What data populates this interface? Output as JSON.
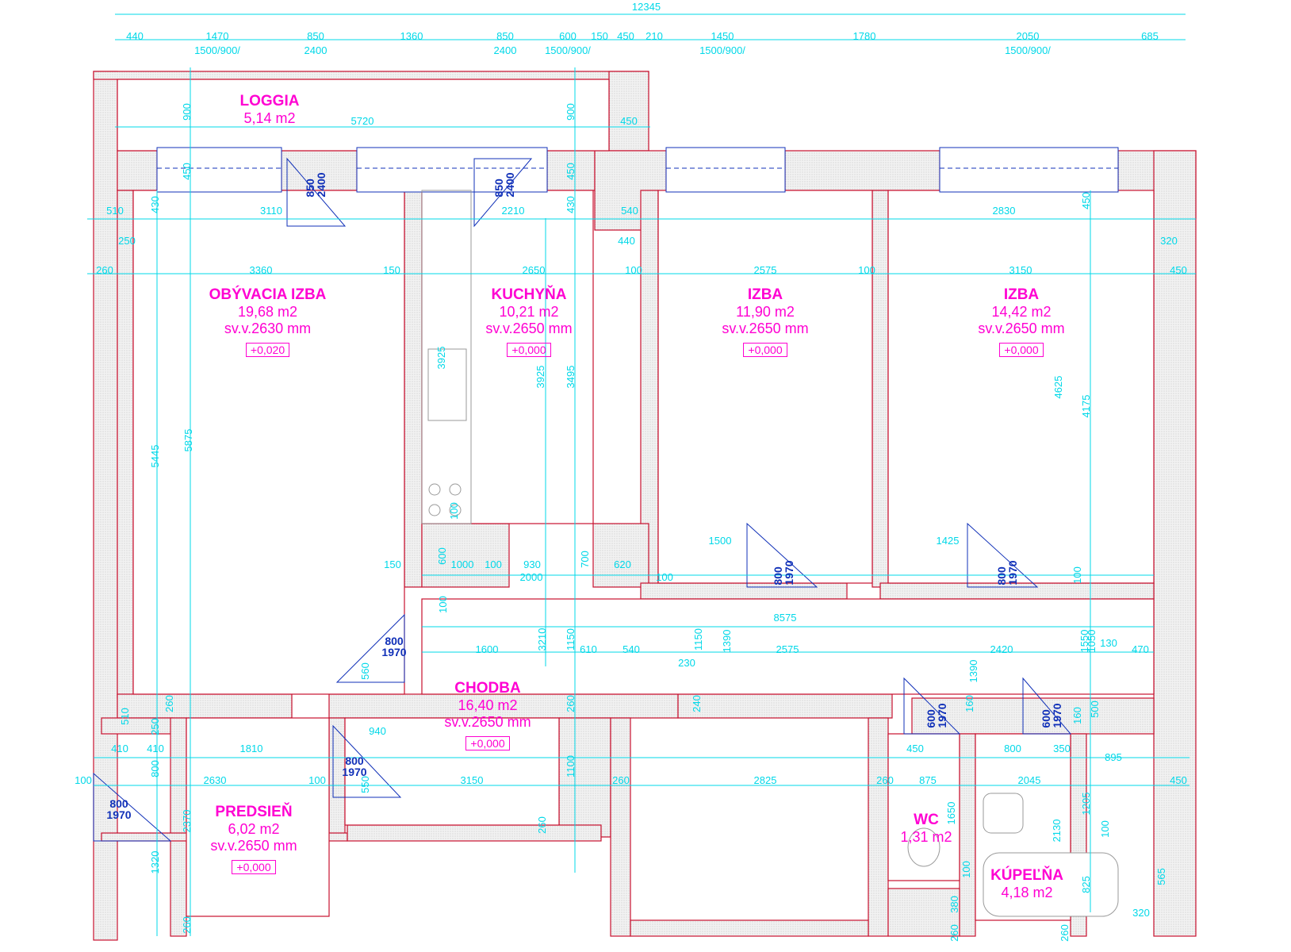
{
  "colors": {
    "wall": "#c8102e",
    "wall_fill": "#e9e9e9",
    "dimension": "#00d8e8",
    "room_label": "#ff00d2",
    "door": "#1030b8",
    "furniture": "#9a9a9a"
  },
  "rooms": [
    {
      "id": "loggia",
      "name": "LOGGIA",
      "area": "5,14 m2"
    },
    {
      "id": "living",
      "name": "OBÝVACIA IZBA",
      "area": "19,68 m2",
      "height": "sv.v.2630 mm",
      "level": "+0,020"
    },
    {
      "id": "kitchen",
      "name": "KUCHYŇA",
      "area": "10,21 m2",
      "height": "sv.v.2650 mm",
      "level": "+0,000"
    },
    {
      "id": "room1",
      "name": "IZBA",
      "area": "11,90 m2",
      "height": "sv.v.2650 mm",
      "level": "+0,000"
    },
    {
      "id": "room2",
      "name": "IZBA",
      "area": "14,42 m2",
      "height": "sv.v.2650 mm",
      "level": "+0,000"
    },
    {
      "id": "hall",
      "name": "CHODBA",
      "area": "16,40 m2",
      "height": "sv.v.2650 mm",
      "level": "+0,000"
    },
    {
      "id": "entry",
      "name": "PREDSIEŇ",
      "area": "6,02 m2",
      "height": "sv.v.2650 mm",
      "level": "+0,000"
    },
    {
      "id": "wc",
      "name": "WC",
      "area": "1,31 m2"
    },
    {
      "id": "bath",
      "name": "KÚPEĽŇA",
      "area": "4,18 m2"
    }
  ],
  "top_dims": {
    "total": "12345",
    "row1": [
      "440",
      "1470",
      "850",
      "1360",
      "850",
      "600",
      "150",
      "450",
      "210",
      "1450",
      "1780",
      "2050",
      "685"
    ],
    "row2": [
      "1500/900/",
      "2400",
      "2400",
      "1500/900/",
      "1500/900/",
      "1500/900/"
    ]
  },
  "dims_h": [
    "5720",
    "450",
    "510",
    "3110",
    "2210",
    "540",
    "2830",
    "250",
    "440",
    "320",
    "260",
    "3360",
    "150",
    "2650",
    "100",
    "2575",
    "100",
    "3150",
    "450",
    "150",
    "1000",
    "100",
    "930",
    "620",
    "2000",
    "100",
    "1500",
    "1425",
    "8575",
    "1600",
    "610",
    "540",
    "230",
    "2575",
    "2420",
    "130",
    "470",
    "940",
    "410",
    "410",
    "1810",
    "100",
    "2630",
    "100",
    "3150",
    "260",
    "2825",
    "260",
    "450",
    "875",
    "800",
    "350",
    "895",
    "2045",
    "450",
    "320"
  ],
  "dims_v": [
    "900",
    "900",
    "430",
    "430",
    "450",
    "5875",
    "5445",
    "3925",
    "3925",
    "3495",
    "4625",
    "4175",
    "100",
    "600",
    "700",
    "100",
    "3210",
    "1150",
    "1150",
    "1390",
    "1550",
    "1050",
    "510",
    "250",
    "260",
    "560",
    "800",
    "2370",
    "1320",
    "260",
    "550",
    "1100",
    "260",
    "260",
    "240",
    "1390",
    "160",
    "160",
    "500",
    "1205",
    "100",
    "2130",
    "825",
    "565",
    "1650",
    "100",
    "380",
    "260",
    "260",
    "100",
    "450",
    "450"
  ],
  "doors": [
    "850/2400",
    "850/2400",
    "800/1970",
    "800/1970",
    "800/1970",
    "800/1970",
    "800/1970",
    "600/1970",
    "600/1970"
  ]
}
